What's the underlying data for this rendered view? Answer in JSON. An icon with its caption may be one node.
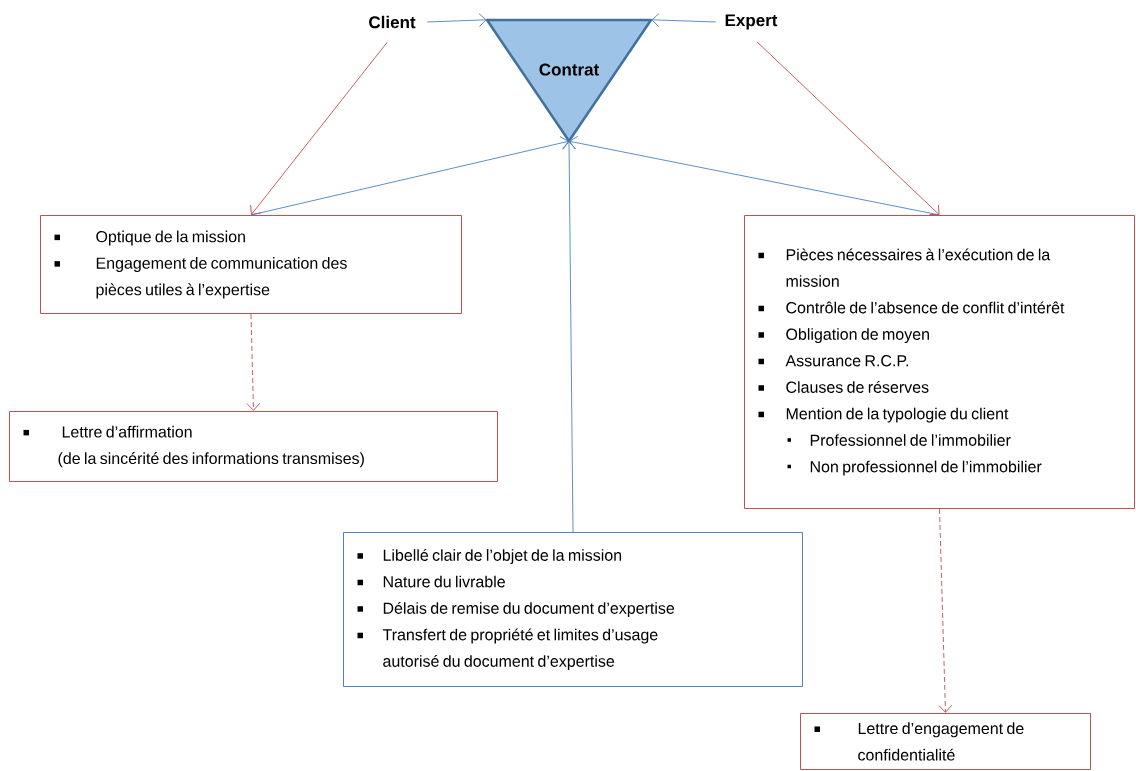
{
  "diagram": {
    "nodes": [
      {
        "text": [
          "Client"
        ]
      },
      {
        "text": [
          "Contrat"
        ]
      },
      {
        "text": [
          "Expert"
        ]
      },
      {
        "text": [
          "Optique de la mission",
          "Engagement de communication des pièces utiles à l’expertise"
        ]
      },
      {
        "text": [
          "Lettre d’affirmation",
          "(de la sincérité des informations transmises)"
        ]
      },
      {
        "text": [
          "Pièces nécessaires à l’exécution de la mission",
          "Contrôle de l’absence de conflit d’intérêt",
          "Obligation de moyen",
          "Assurance R.C.P.",
          "Clauses de réserves",
          "Mention de la typologie du client",
          "Professionnel de l’immobilier",
          "Non professionnel de l’immobilier"
        ]
      },
      {
        "text": [
          "Libellé clair de l’objet de la mission",
          "Nature du livrable",
          "Délais de remise du document d’expertise",
          "Transfert de propriété  et limites d’usage autorisé du document d’expertise"
        ]
      },
      {
        "text": [
          "Lettre d’engagement de confidentialité"
        ]
      }
    ],
    "edges": [
      {
        "from": 0,
        "to": 1,
        "arrow": "to"
      },
      {
        "from": 2,
        "to": 1,
        "arrow": "to"
      },
      {
        "from": 0,
        "to": 3,
        "arrow": "to",
        "color": "#c0504d"
      },
      {
        "from": 2,
        "to": 5,
        "arrow": "to",
        "color": "#c0504d"
      },
      {
        "from": 3,
        "to": 1,
        "arrow": "to"
      },
      {
        "from": 5,
        "to": 1,
        "arrow": "to"
      },
      {
        "from": 6,
        "to": 1,
        "arrow": "to"
      },
      {
        "from": 3,
        "to": 4,
        "arrow": "to",
        "style": "dashed",
        "color": "#c0504d"
      },
      {
        "from": 5,
        "to": 7,
        "arrow": "to",
        "style": "dashed",
        "color": "#c0504d"
      }
    ]
  }
}
